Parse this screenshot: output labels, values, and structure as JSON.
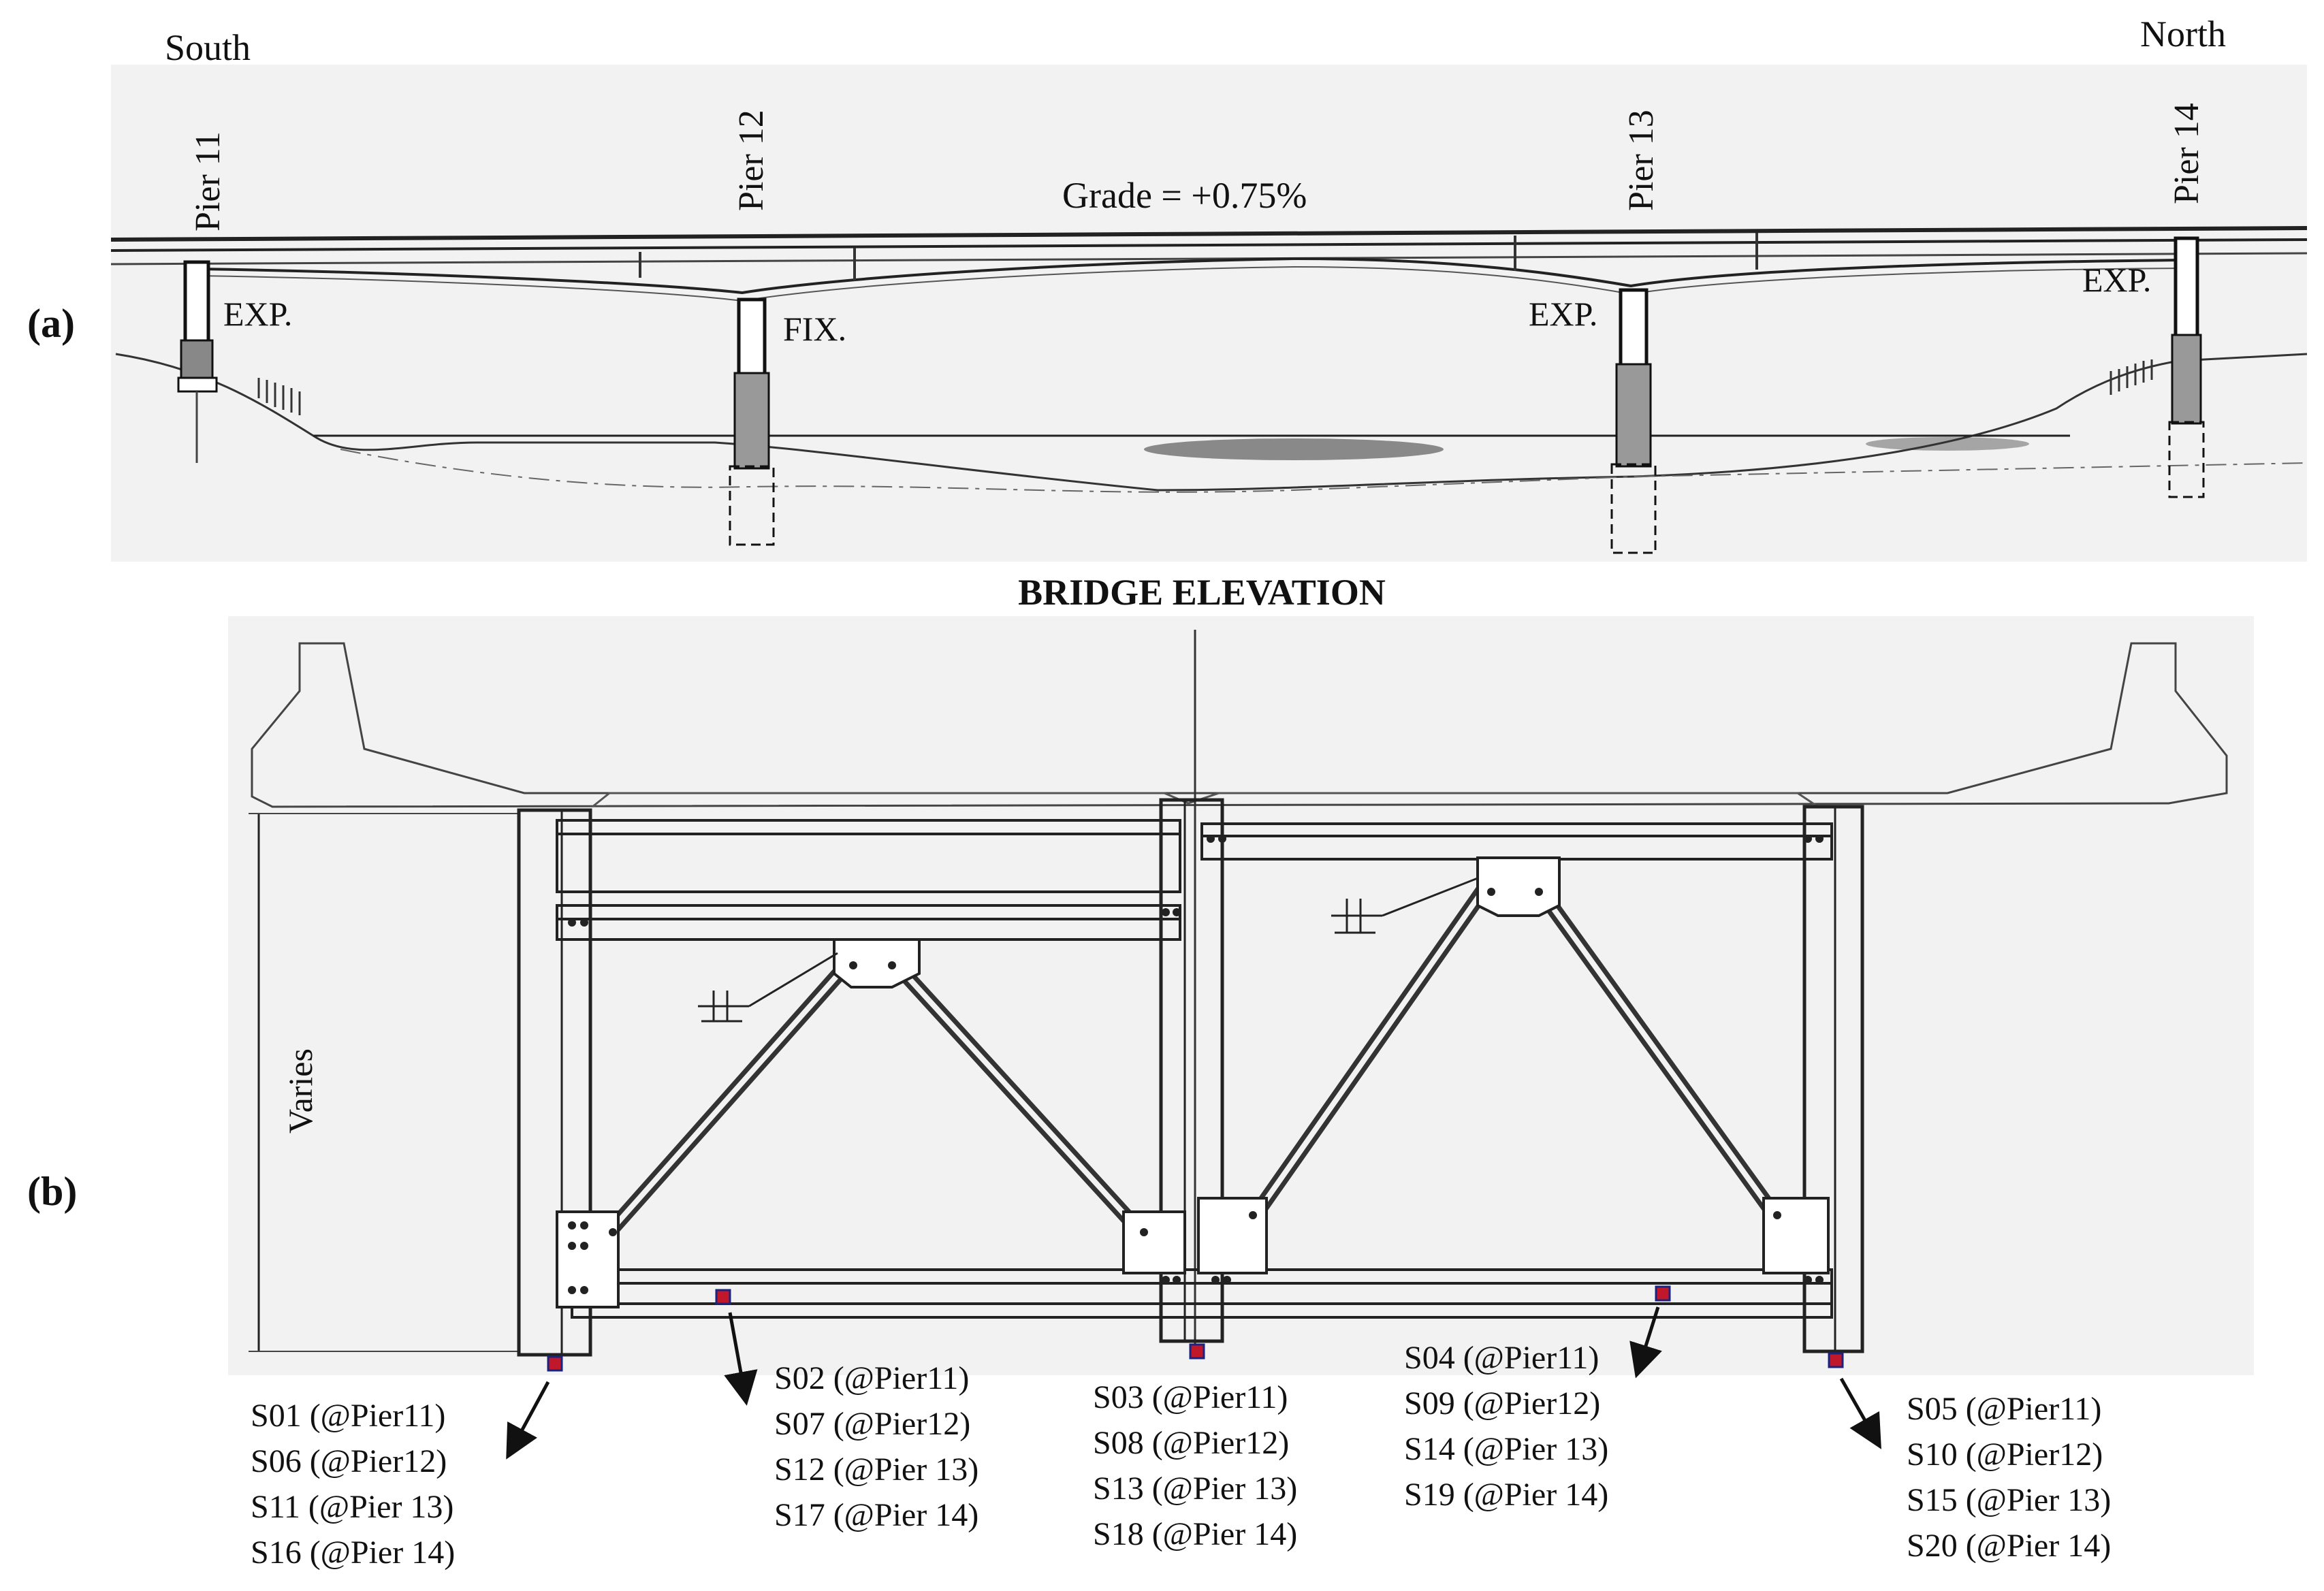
{
  "panel_a": {
    "tag": "(a)",
    "south": "South",
    "north": "North",
    "grade": "Grade = +0.75%",
    "piers": [
      {
        "label": "Pier 11",
        "bearing": "EXP."
      },
      {
        "label": "Pier 12",
        "bearing": "FIX."
      },
      {
        "label": "Pier 13",
        "bearing": "EXP."
      },
      {
        "label": "Pier 14",
        "bearing": "EXP."
      }
    ],
    "caption": "BRIDGE ELEVATION"
  },
  "panel_b": {
    "tag": "(b)",
    "varies": "Varies",
    "sensor_groups": [
      {
        "lines": [
          "S01 (@Pier11)",
          "S06 (@Pier12)",
          "S11 (@Pier 13)",
          "S16 (@Pier 14)"
        ]
      },
      {
        "lines": [
          "S02 (@Pier11)",
          "S07 (@Pier12)",
          "S12 (@Pier 13)",
          "S17 (@Pier 14)"
        ]
      },
      {
        "lines": [
          "S03 (@Pier11)",
          "S08 (@Pier12)",
          "S13 (@Pier 13)",
          "S18 (@Pier 14)"
        ]
      },
      {
        "lines": [
          "S04 (@Pier11)",
          "S09 (@Pier12)",
          "S14 (@Pier 13)",
          "S19 (@Pier 14)"
        ]
      },
      {
        "lines": [
          "S05 (@Pier11)",
          "S10 (@Pier12)",
          "S15 (@Pier 13)",
          "S20 (@Pier 14)"
        ]
      }
    ],
    "sensor_color": "#c0182a"
  }
}
